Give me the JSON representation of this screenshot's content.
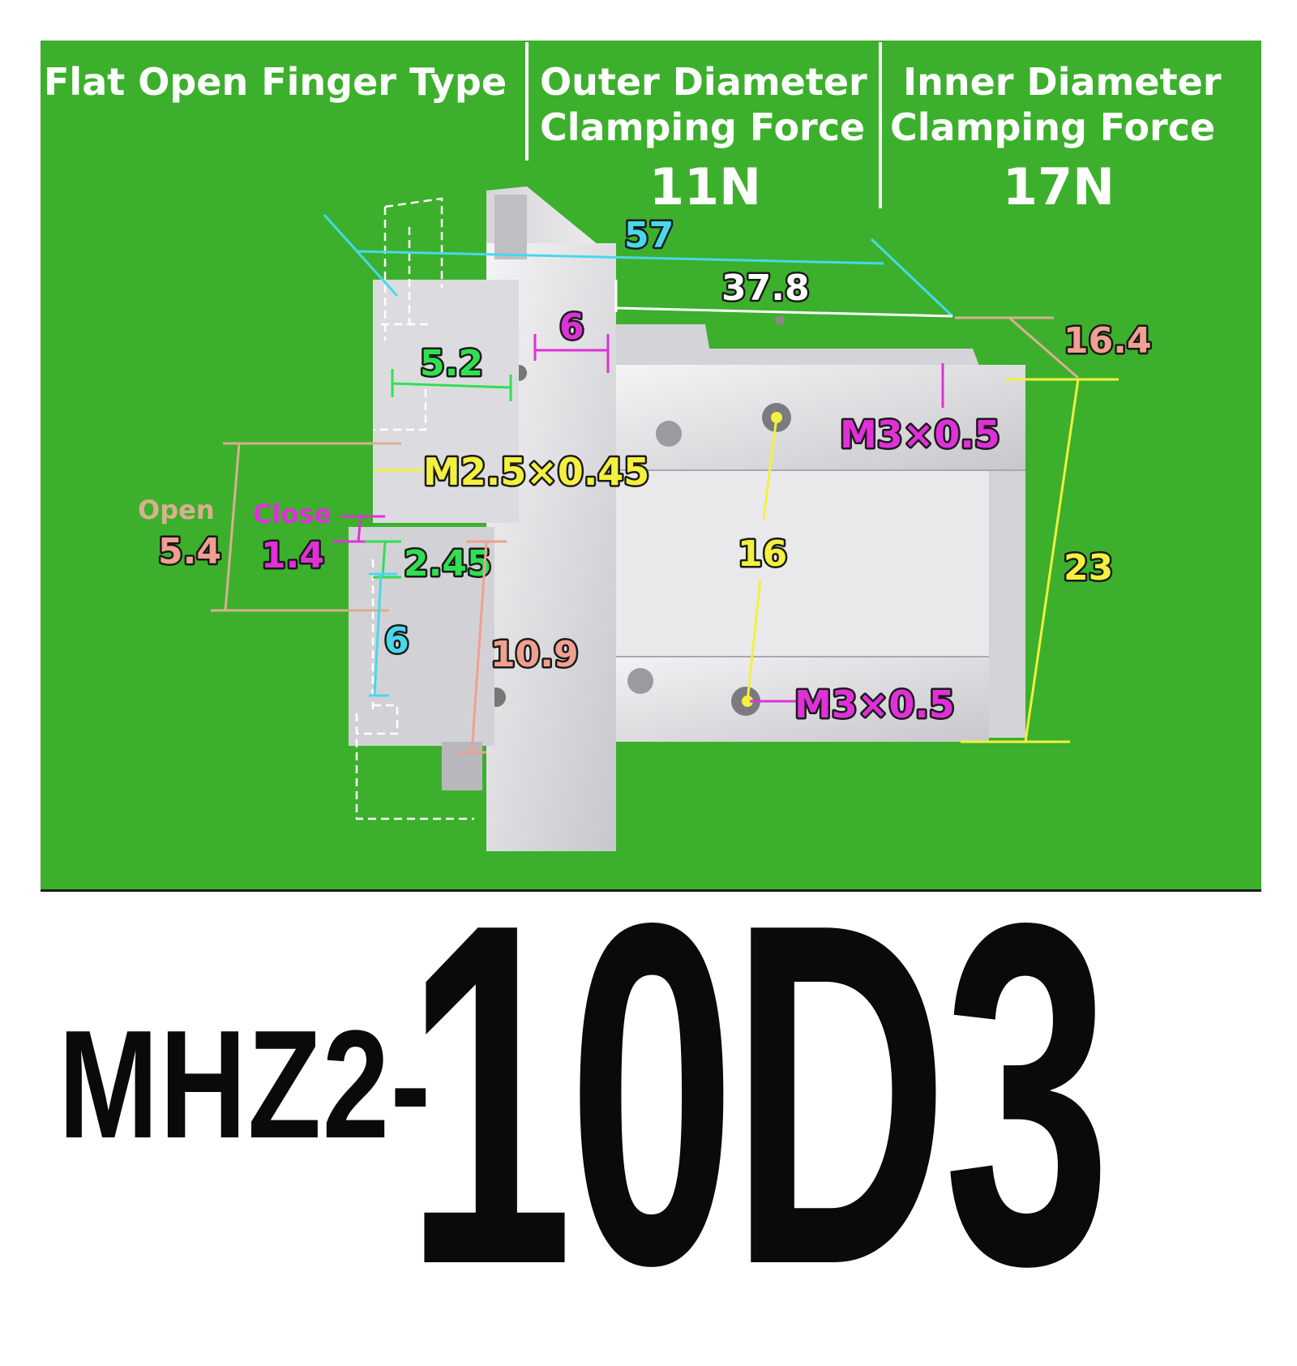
{
  "header": {
    "type_label": "Flat Open Finger Type",
    "outer": {
      "line1": "Outer Diameter",
      "line2": "Clamping Force",
      "force": "11N"
    },
    "inner": {
      "line1": "Inner Diameter",
      "line2": "Clamping Force",
      "force": "17N"
    }
  },
  "dimensions": {
    "d57": "57",
    "d37_8": "37.8",
    "d16_4": "16.4",
    "d6_top": "6",
    "d5_2": "5.2",
    "thread_top_right": "M3×0.5",
    "thread_finger": "M2.5×0.45",
    "open_label": "Open",
    "close_label": "Close",
    "d5_4": "5.4",
    "d1_4": "1.4",
    "d2_45": "2.45",
    "d16": "16",
    "d23": "23",
    "d6_bottom": "6",
    "d10_9": "10.9",
    "thread_bottom_right": "M3×0.5"
  },
  "colors": {
    "background": "#3cb02c",
    "cyan": "#48d8ec",
    "yellow": "#f4f040",
    "magenta": "#e030d8",
    "green": "#30e050",
    "salmon": "#f0a090",
    "tan": "#d8b090",
    "white": "#ffffff"
  },
  "model": {
    "prefix": "MHZ2-",
    "code": "10D3"
  }
}
